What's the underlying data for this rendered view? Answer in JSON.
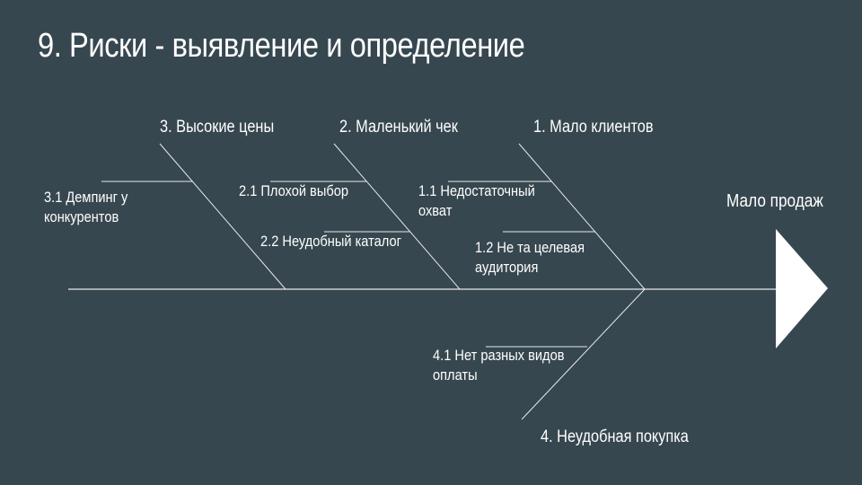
{
  "title": "9. Риски - выявление и определение",
  "effect": "Мало продаж",
  "causes": {
    "c1": "1. Мало клиентов",
    "c2": "2. Маленький чек",
    "c3": "3. Высокие цены",
    "c4": "4. Неудобная покупка"
  },
  "subcauses": {
    "s11": "1.1 Недостаточный охват",
    "s12": "1.2 Не та целевая аудитория",
    "s21": "2.1 Плохой выбор",
    "s22": "2.2 Неудобный каталог",
    "s31": "3.1 Демпинг у конкурентов",
    "s41": "4.1 Нет разных видов оплаты"
  },
  "colors": {
    "background": "#37474f",
    "foreground": "#ffffff"
  }
}
